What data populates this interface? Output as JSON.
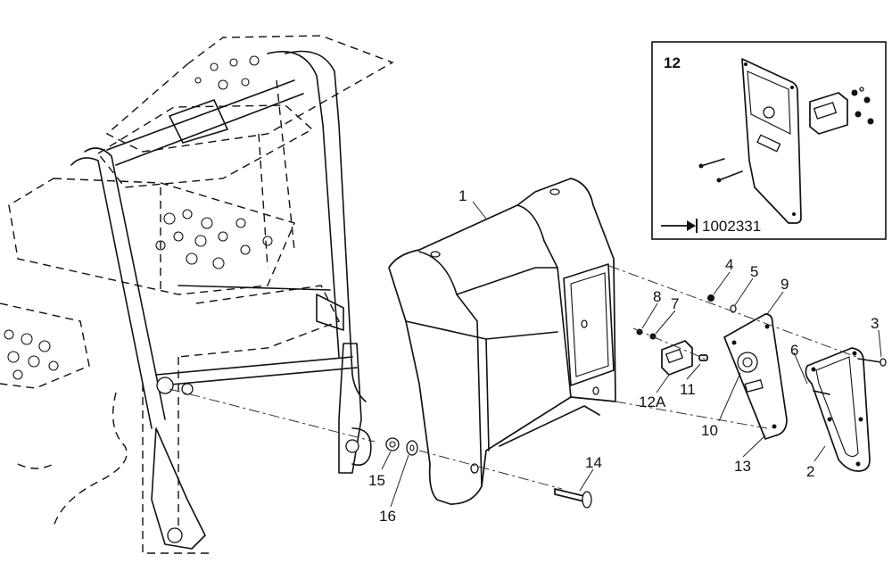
{
  "callouts": [
    {
      "id": "c1",
      "label": "1"
    },
    {
      "id": "c2",
      "label": "2"
    },
    {
      "id": "c3",
      "label": "3"
    },
    {
      "id": "c4",
      "label": "4"
    },
    {
      "id": "c5",
      "label": "5"
    },
    {
      "id": "c6",
      "label": "6"
    },
    {
      "id": "c7",
      "label": "7"
    },
    {
      "id": "c8",
      "label": "8"
    },
    {
      "id": "c9",
      "label": "9"
    },
    {
      "id": "c10",
      "label": "10"
    },
    {
      "id": "c11",
      "label": "11"
    },
    {
      "id": "c12a",
      "label": "12A"
    },
    {
      "id": "c13",
      "label": "13"
    },
    {
      "id": "c14",
      "label": "14"
    },
    {
      "id": "c15",
      "label": "15"
    },
    {
      "id": "c16",
      "label": "16"
    }
  ],
  "kit": {
    "title": "12",
    "part_number": "1002331",
    "arrow_icon": "arrow-to-bar-icon"
  }
}
